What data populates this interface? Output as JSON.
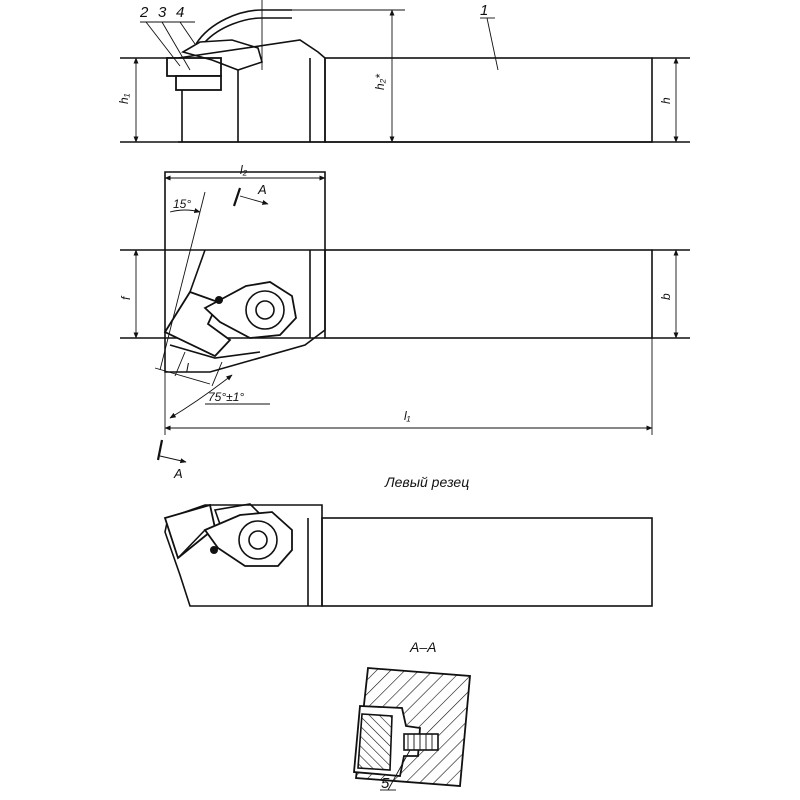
{
  "labels": {
    "part_1": "1",
    "part_2": "2",
    "part_3": "3",
    "part_4": "4",
    "part_5": "5"
  },
  "dimensions": {
    "h": "h",
    "h1": "h₁",
    "h2": "h₂*",
    "l1": "l₁",
    "l2": "l₂",
    "b": "b",
    "f": "f",
    "l": "l",
    "angle_15": "15°",
    "angle_75": "75°±1°"
  },
  "section_mark": {
    "letter_top": "A",
    "letter_bottom": "A"
  },
  "captions": {
    "left_cutter": "Левый резец",
    "section": "A–A"
  }
}
